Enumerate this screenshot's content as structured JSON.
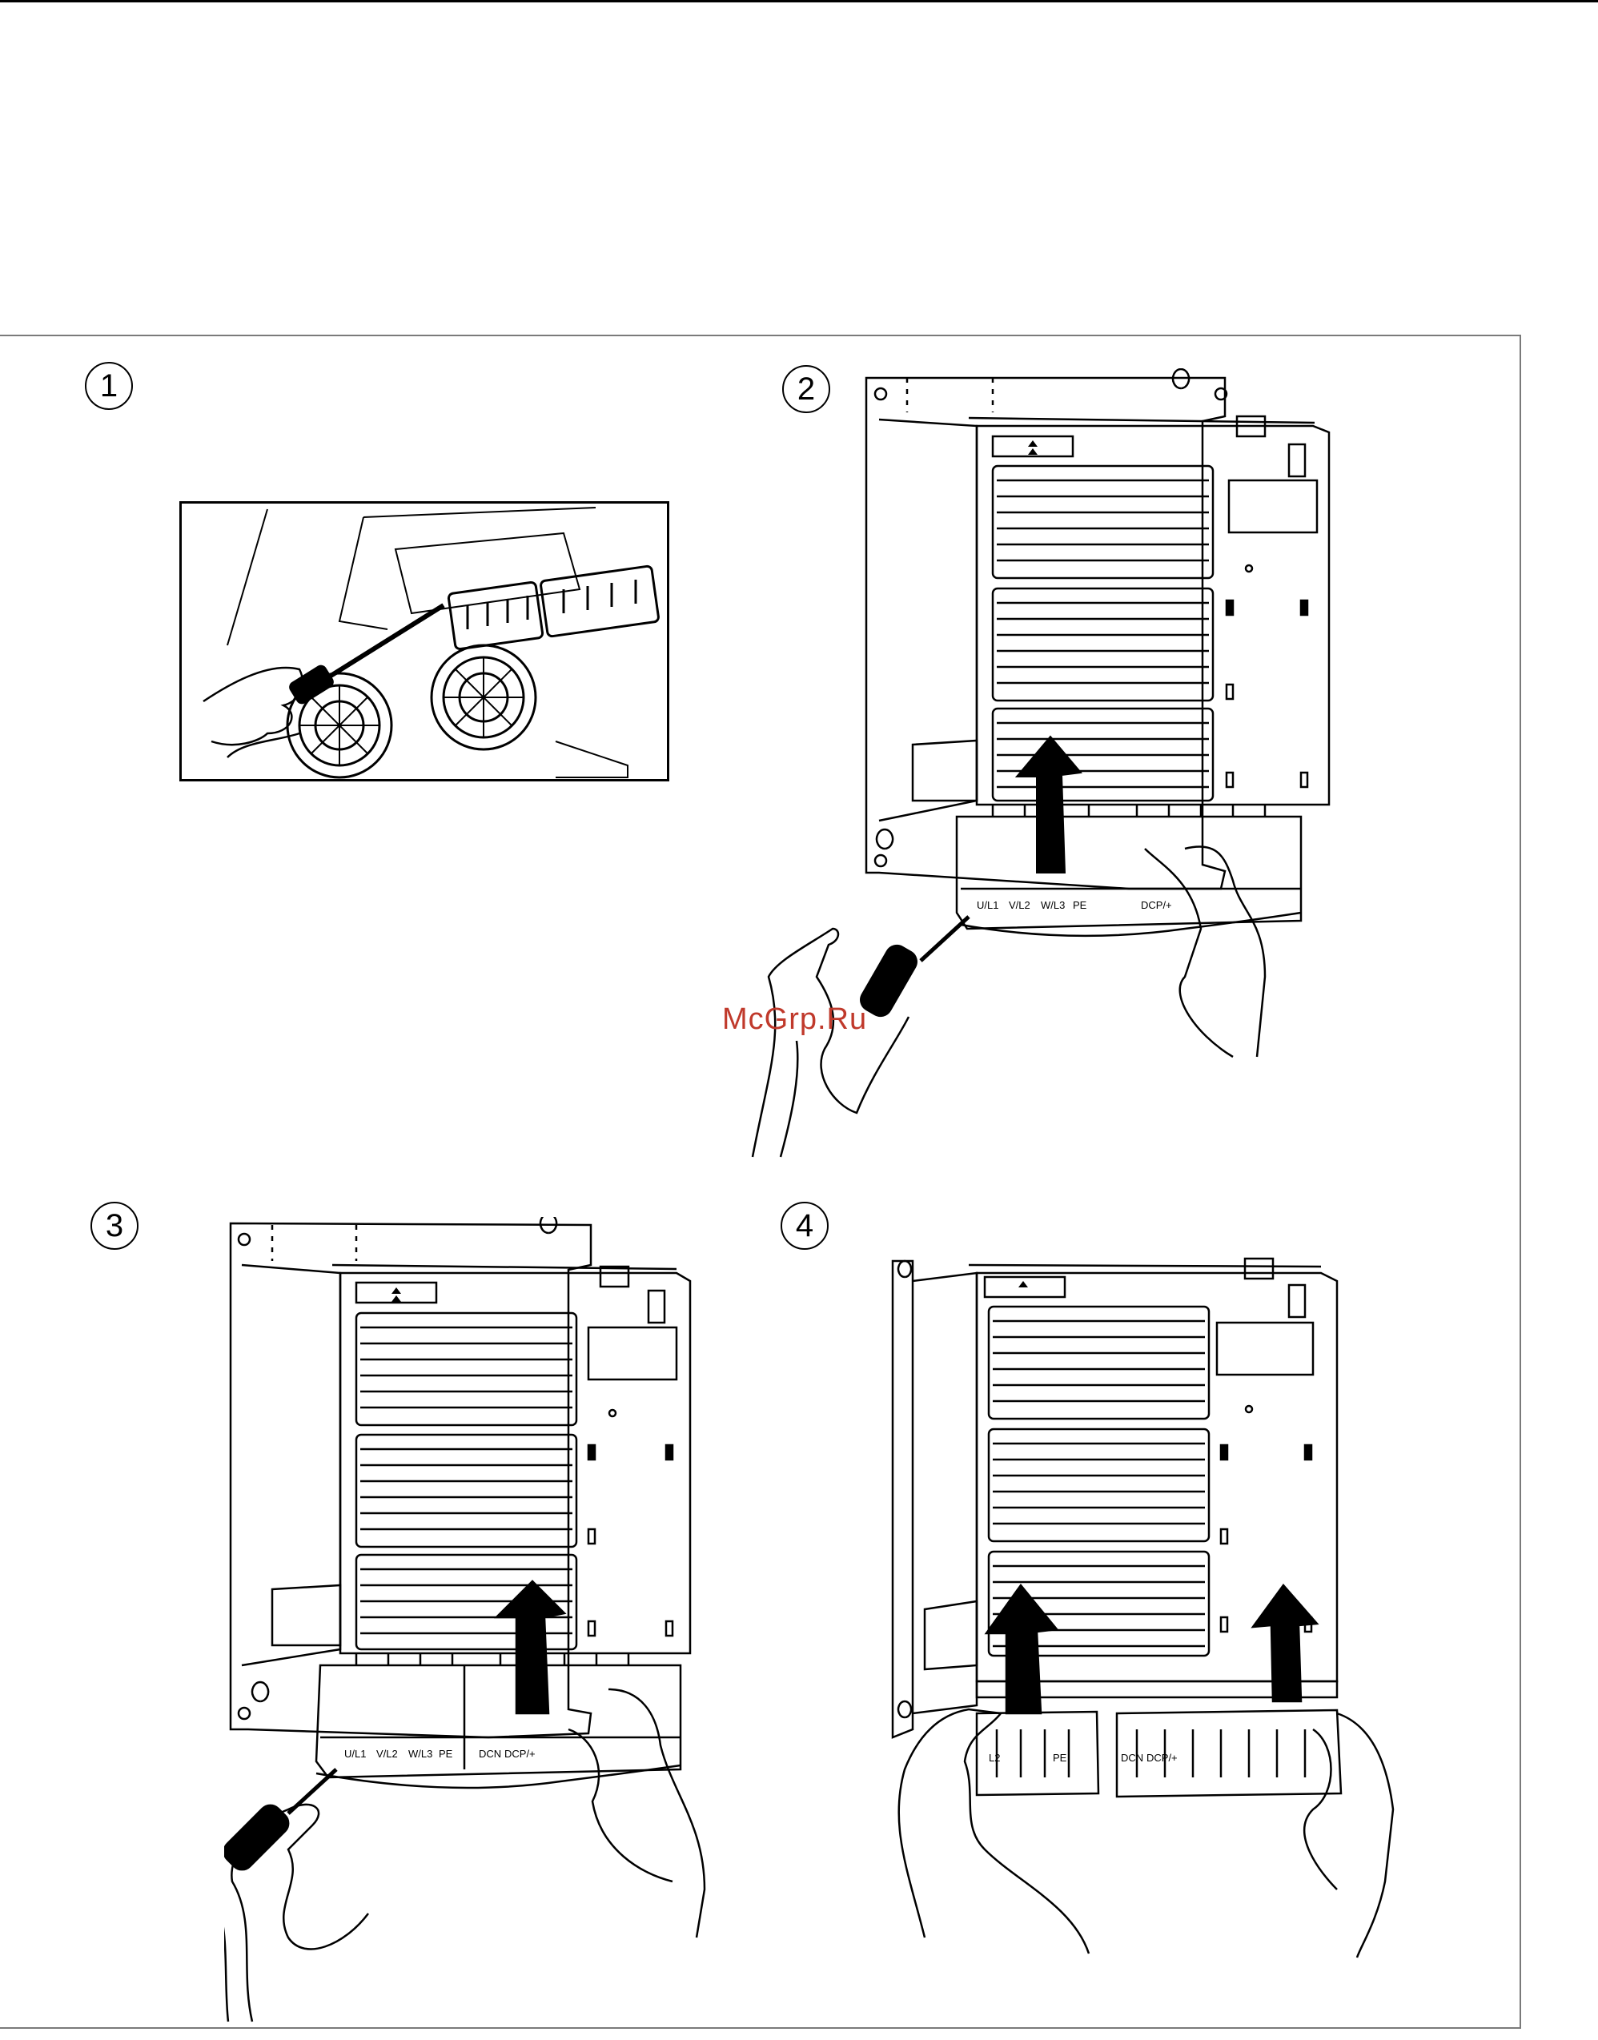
{
  "steps": [
    {
      "number": "1"
    },
    {
      "number": "2",
      "terminal_labels": [
        "U/L1",
        "V/L2",
        "W/L3",
        "PE",
        "DCP/+"
      ]
    },
    {
      "number": "3",
      "terminal_labels": [
        "U/L1",
        "V/L2",
        "W/L3",
        "PE",
        "DCN",
        "DCP/+"
      ]
    },
    {
      "number": "4",
      "terminal_labels": [
        "L2",
        "PE",
        "DCN",
        "DCP/+"
      ]
    }
  ],
  "watermark": "McGrp.Ru",
  "colors": {
    "line": "#000000",
    "frame": "#7a7a7a",
    "watermark": "#c0392b"
  },
  "icons": [
    "screwdriver-icon",
    "hand-icon",
    "up-arrow-icon",
    "fan-icon"
  ]
}
